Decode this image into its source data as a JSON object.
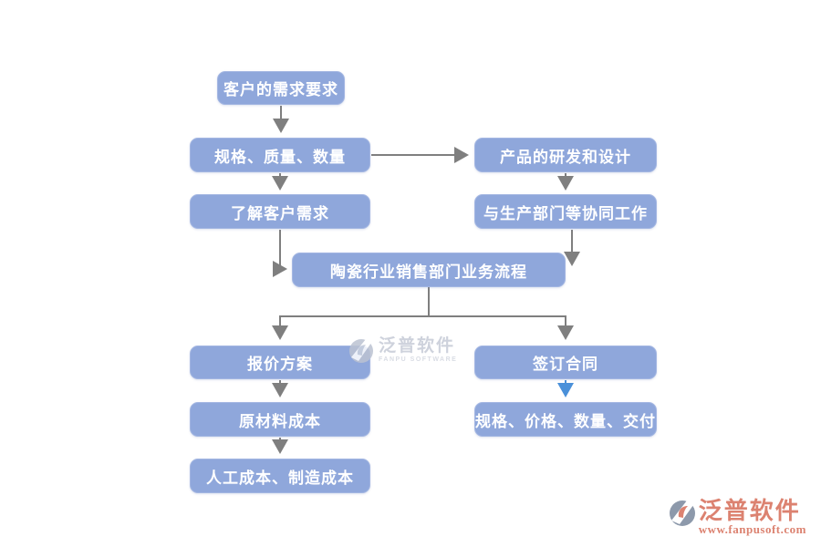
{
  "nodes": {
    "customer_demand": {
      "label": "客户的需求要求"
    },
    "spec_quality_quantity": {
      "label": "规格、质量、数量"
    },
    "product_rd_design": {
      "label": "产品的研发和设计"
    },
    "understand_customer_needs": {
      "label": "了解客户需求"
    },
    "coordinate_with_production": {
      "label": "与生产部门等协同工作"
    },
    "ceramic_sales_process": {
      "label": "陶瓷行业销售部门业务流程"
    },
    "quotation_plan": {
      "label": "报价方案"
    },
    "sign_contract": {
      "label": "签订合同"
    },
    "raw_material_cost": {
      "label": "原材料成本"
    },
    "spec_price_quantity_delivery": {
      "label": "规格、价格、数量、交付"
    },
    "labor_manufacturing_cost": {
      "label": "人工成本、制造成本"
    }
  },
  "watermark": {
    "brand": "泛普软件",
    "brand_en": "FANPU SOFTWARE"
  },
  "footer_logo": {
    "brand": "泛普软件",
    "website": "www.fanpusoft.com"
  },
  "colors": {
    "node_fill": "#8FA7DB",
    "node_text": "#FFFFFF",
    "connector_gray": "#7F7F7F",
    "connector_blue": "#4A90D9",
    "logo_coral": "#DC8270",
    "watermark_gray": "#C6CBD7"
  }
}
